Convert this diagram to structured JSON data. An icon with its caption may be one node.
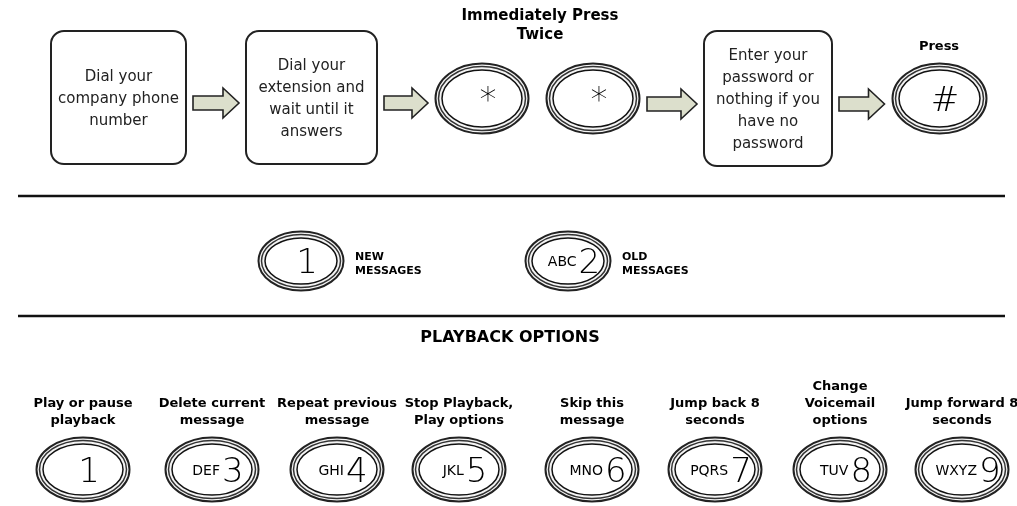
{
  "diagram": {
    "nodes": [
      {
        "text": [
          "Dial your company phone number"
        ]
      },
      {
        "text": [
          "Dial your extension and wait until it answers"
        ]
      },
      {
        "text": [
          "*"
        ]
      },
      {
        "text": [
          "*"
        ]
      },
      {
        "text": [
          "Enter your password or nothing if you have no password"
        ]
      },
      {
        "text": [
          "Press",
          "#"
        ]
      },
      {
        "text": [
          "1"
        ],
        "beside": [
          "NEW MESSAGES"
        ]
      },
      {
        "text": [
          "ABC",
          "2"
        ],
        "beside": [
          "OLD MESSAGES"
        ]
      },
      {
        "text": [
          "Play or pause playback",
          "1"
        ]
      },
      {
        "text": [
          "Delete current message",
          "DEF",
          "3"
        ]
      },
      {
        "text": [
          "Repeat previous message",
          "GHI",
          "4"
        ]
      },
      {
        "text": [
          "Stop Playback, Play options",
          "JKL",
          "5"
        ]
      },
      {
        "text": [
          "Skip this message",
          "MNO",
          "6"
        ]
      },
      {
        "text": [
          "Jump back 8 seconds",
          "PQRS",
          "7"
        ]
      },
      {
        "text": [
          "Change Voicemail options",
          "TUV",
          "8"
        ]
      },
      {
        "text": [
          "Jump forward 8 seconds",
          "WXYZ",
          "9"
        ]
      }
    ],
    "edges": [
      {
        "from": 0,
        "to": 1,
        "arrow": "to"
      },
      {
        "from": 1,
        "to": 2,
        "arrow": "to"
      },
      {
        "from": 3,
        "to": 4,
        "arrow": "to"
      },
      {
        "from": 4,
        "to": 5,
        "arrow": "to"
      }
    ],
    "labels": [
      "Immediately Press Twice",
      "PLAYBACK OPTIONS"
    ]
  }
}
